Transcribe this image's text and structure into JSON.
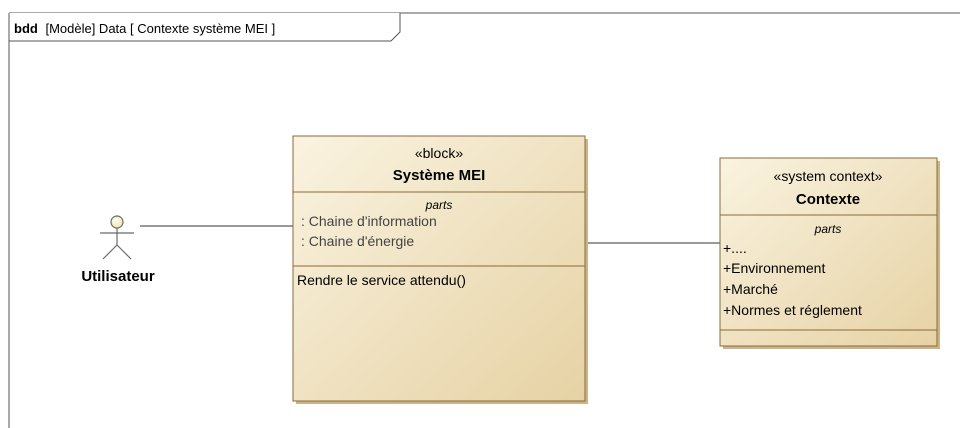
{
  "frame": {
    "keyword": "bdd",
    "label": "[Modèle] Data [ Contexte système MEI ]"
  },
  "actor": {
    "name": "Utilisateur"
  },
  "block_mei": {
    "stereotype": "«block»",
    "name": "Système MEI",
    "parts_title": "parts",
    "parts": [
      ": Chaine d'information",
      ": Chaine d'énergie"
    ],
    "operations": [
      "Rendre le service attendu()"
    ]
  },
  "block_context": {
    "stereotype": "«system context»",
    "name": "Contexte",
    "parts_title": "parts",
    "parts": [
      "+....",
      "+Environnement",
      "+Marché",
      "+Normes et réglement"
    ]
  },
  "colors": {
    "block_fill_top": "#F9F2DE",
    "block_fill_bottom": "#E8D5A8",
    "block_border": "#8A6A3A",
    "line": "#3A3A3A",
    "actor_head": "#FFF9D6"
  }
}
